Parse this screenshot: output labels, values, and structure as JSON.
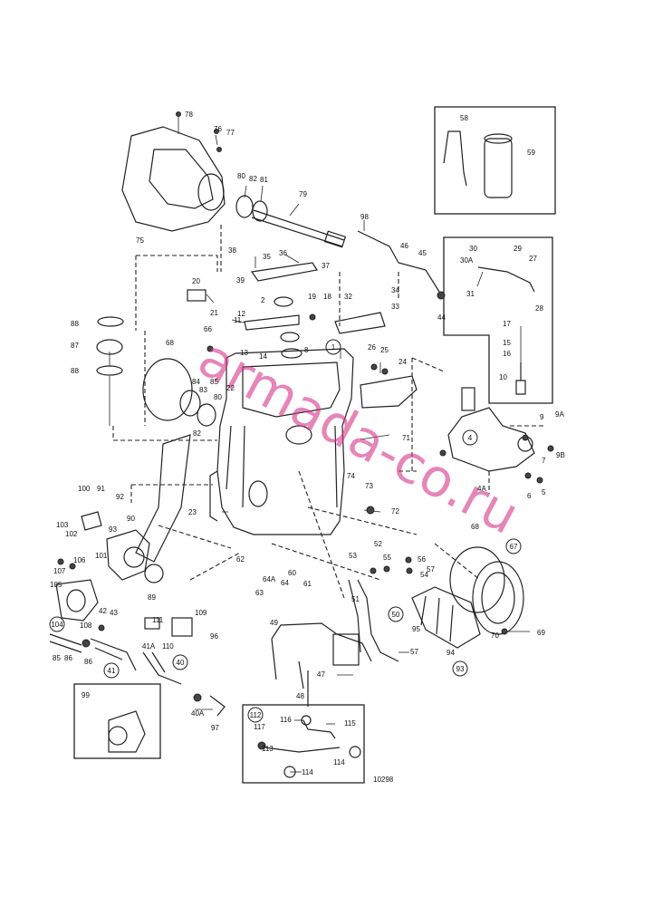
{
  "watermark": "armada-co.ru",
  "drawing_number": "10298",
  "labels": [
    {
      "id": "78",
      "text": "78"
    },
    {
      "id": "76",
      "text": "76"
    },
    {
      "id": "77",
      "text": "77"
    },
    {
      "id": "80a",
      "text": "80"
    },
    {
      "id": "82a",
      "text": "82"
    },
    {
      "id": "81",
      "text": "81"
    },
    {
      "id": "79",
      "text": "79"
    },
    {
      "id": "75",
      "text": "75"
    },
    {
      "id": "98",
      "text": "98"
    },
    {
      "id": "46",
      "text": "46"
    },
    {
      "id": "45",
      "text": "45"
    },
    {
      "id": "44",
      "text": "44"
    },
    {
      "id": "38",
      "text": "38"
    },
    {
      "id": "36",
      "text": "36"
    },
    {
      "id": "35",
      "text": "35"
    },
    {
      "id": "37",
      "text": "37"
    },
    {
      "id": "39",
      "text": "39"
    },
    {
      "id": "20",
      "text": "20"
    },
    {
      "id": "21",
      "text": "21"
    },
    {
      "id": "2",
      "text": "2"
    },
    {
      "id": "12",
      "text": "12"
    },
    {
      "id": "19",
      "text": "19"
    },
    {
      "id": "18",
      "text": "18"
    },
    {
      "id": "32",
      "text": "32"
    },
    {
      "id": "34",
      "text": "34"
    },
    {
      "id": "33",
      "text": "33"
    },
    {
      "id": "11",
      "text": "11"
    },
    {
      "id": "88a",
      "text": "88"
    },
    {
      "id": "87",
      "text": "87"
    },
    {
      "id": "88b",
      "text": "88"
    },
    {
      "id": "66",
      "text": "66"
    },
    {
      "id": "13",
      "text": "13"
    },
    {
      "id": "14",
      "text": "14"
    },
    {
      "id": "8",
      "text": "8"
    },
    {
      "id": "68a",
      "text": "68"
    },
    {
      "id": "84",
      "text": "84"
    },
    {
      "id": "83",
      "text": "83"
    },
    {
      "id": "85a",
      "text": "85"
    },
    {
      "id": "80b",
      "text": "80"
    },
    {
      "id": "22",
      "text": "22"
    },
    {
      "id": "82b",
      "text": "82"
    },
    {
      "id": "26",
      "text": "26"
    },
    {
      "id": "25",
      "text": "25"
    },
    {
      "id": "24",
      "text": "24"
    },
    {
      "id": "71",
      "text": "71"
    },
    {
      "id": "74",
      "text": "74"
    },
    {
      "id": "73",
      "text": "73"
    },
    {
      "id": "23",
      "text": "23"
    },
    {
      "id": "72",
      "text": "72"
    },
    {
      "id": "58",
      "text": "58"
    },
    {
      "id": "59",
      "text": "59"
    },
    {
      "id": "30",
      "text": "30"
    },
    {
      "id": "29",
      "text": "29"
    },
    {
      "id": "30A",
      "text": "30A"
    },
    {
      "id": "27",
      "text": "27"
    },
    {
      "id": "31",
      "text": "31"
    },
    {
      "id": "28",
      "text": "28"
    },
    {
      "id": "17",
      "text": "17"
    },
    {
      "id": "15",
      "text": "15"
    },
    {
      "id": "16",
      "text": "16"
    },
    {
      "id": "10",
      "text": "10"
    },
    {
      "id": "9",
      "text": "9"
    },
    {
      "id": "9A",
      "text": "9A"
    },
    {
      "id": "7",
      "text": "7"
    },
    {
      "id": "9B",
      "text": "9B"
    },
    {
      "id": "4A",
      "text": "4A"
    },
    {
      "id": "6",
      "text": "6"
    },
    {
      "id": "5",
      "text": "5"
    },
    {
      "id": "100",
      "text": "100"
    },
    {
      "id": "91",
      "text": "91"
    },
    {
      "id": "92",
      "text": "92"
    },
    {
      "id": "90",
      "text": "90"
    },
    {
      "id": "103",
      "text": "103"
    },
    {
      "id": "102",
      "text": "102"
    },
    {
      "id": "101",
      "text": "101"
    },
    {
      "id": "93s",
      "text": "93"
    },
    {
      "id": "89",
      "text": "89"
    },
    {
      "id": "107",
      "text": "107"
    },
    {
      "id": "106",
      "text": "106"
    },
    {
      "id": "105",
      "text": "105"
    },
    {
      "id": "62",
      "text": "62"
    },
    {
      "id": "64A",
      "text": "64A"
    },
    {
      "id": "64",
      "text": "64"
    },
    {
      "id": "60",
      "text": "60"
    },
    {
      "id": "61",
      "text": "61"
    },
    {
      "id": "63",
      "text": "63"
    },
    {
      "id": "53",
      "text": "53"
    },
    {
      "id": "52",
      "text": "52"
    },
    {
      "id": "55",
      "text": "55"
    },
    {
      "id": "56",
      "text": "56"
    },
    {
      "id": "57a",
      "text": "57"
    },
    {
      "id": "54",
      "text": "54"
    },
    {
      "id": "68b",
      "text": "68"
    },
    {
      "id": "51",
      "text": "51"
    },
    {
      "id": "70",
      "text": "70"
    },
    {
      "id": "69",
      "text": "69"
    },
    {
      "id": "95",
      "text": "95"
    },
    {
      "id": "94",
      "text": "94"
    },
    {
      "id": "42",
      "text": "42"
    },
    {
      "id": "43",
      "text": "43"
    },
    {
      "id": "108",
      "text": "108"
    },
    {
      "id": "111",
      "text": "111"
    },
    {
      "id": "109",
      "text": "109"
    },
    {
      "id": "96",
      "text": "96"
    },
    {
      "id": "41A",
      "text": "41A"
    },
    {
      "id": "110",
      "text": "110"
    },
    {
      "id": "85b",
      "text": "85"
    },
    {
      "id": "86a",
      "text": "86"
    },
    {
      "id": "86b",
      "text": "86"
    },
    {
      "id": "49",
      "text": "49"
    },
    {
      "id": "57b",
      "text": "57"
    },
    {
      "id": "47",
      "text": "47"
    },
    {
      "id": "48",
      "text": "48"
    },
    {
      "id": "40A",
      "text": "40A"
    },
    {
      "id": "97",
      "text": "97"
    },
    {
      "id": "99",
      "text": "99"
    },
    {
      "id": "117",
      "text": "117"
    },
    {
      "id": "116",
      "text": "116"
    },
    {
      "id": "115",
      "text": "115"
    },
    {
      "id": "113",
      "text": "113"
    },
    {
      "id": "114a",
      "text": "114"
    },
    {
      "id": "114b",
      "text": "114"
    }
  ],
  "circled_labels": [
    {
      "id": "c1",
      "text": "1"
    },
    {
      "id": "c4",
      "text": "4"
    },
    {
      "id": "c67",
      "text": "67"
    },
    {
      "id": "c50",
      "text": "50"
    },
    {
      "id": "c93",
      "text": "93"
    },
    {
      "id": "c104",
      "text": "104"
    },
    {
      "id": "c41",
      "text": "41"
    },
    {
      "id": "c40",
      "text": "40"
    },
    {
      "id": "c112",
      "text": "112"
    }
  ]
}
